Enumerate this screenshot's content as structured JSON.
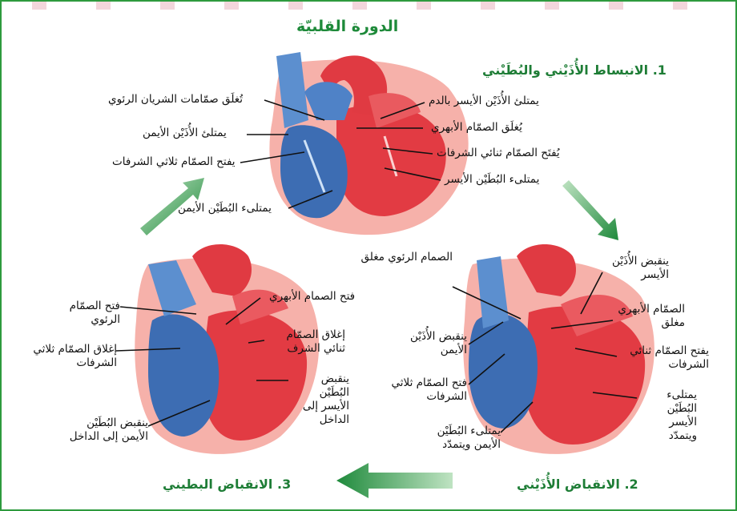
{
  "title": "الدورة القلبيّة",
  "stages": {
    "s1": "1. الانبساط الأُذَيْني والبُطَيْني",
    "s2": "2. الانقباض الأُذَيْني",
    "s3": "3. الانقباض البطيني"
  },
  "labels": {
    "s1_pulm_close": "تُغلَق صمّامات الشريان الرئوي",
    "s1_ra_fill": "يمتلئ الأُذَيْن الأيمن",
    "s1_tri_open": "يفتح الصمّام ثلاثي الشرفات",
    "s1_rv_fill": "يمتلىء البُطَيْن الأيمن",
    "s1_la_fill": "يمتلئ الأُذَيْن الأيسر بالدم",
    "s1_aortic_close": "يُغلَق الصمّام الأبهري",
    "s1_mitral_open": "يُفتَح الصمّام ثنائي الشرفات",
    "s1_lv_fill": "يمتلىء البُطَيْن الأيسر",
    "s2_pulm_closed": "الصمام الرئوي مغلق",
    "s2_la_contract": "ينقبض الأُذَيْن الأيسر",
    "s2_aortic_closed": "الصمّام الأبهري مغلق",
    "s2_ra_contract": "ينقبض الأُذَيْن الأيمن",
    "s2_mitral_open": "يفتح الصمّام ثنائي الشرفات",
    "s2_tri_open": "فتح الصمّام ثلاثي الشرفات",
    "s2_lv_fill": "يمتلىء البُطَيْن الأيسر ويتمدّد",
    "s2_rv_fill": "يمتلىء البُطَيْن الأيمن ويتمدّد",
    "s3_aortic_open": "فتح الصمام الأبهري",
    "s3_pulm_open": "فتح الصمّام الرئوي",
    "s3_mitral_close": "إغلاق الصمّام ثنائي الشرف",
    "s3_tri_close": "إغلاق الصمّام ثلاثي الشرفات",
    "s3_lv_contract": "ينقبض البُطَيْن الأيسر إلى الداخل",
    "s3_rv_contract": "ينقبض البُطَيْن الأيمن إلى الداخل"
  },
  "colors": {
    "accent": "#1e8a3a",
    "right_side_blue": "#3f6fb5",
    "left_side_red": "#e0373f",
    "pericardium": "#f7b3ad"
  }
}
